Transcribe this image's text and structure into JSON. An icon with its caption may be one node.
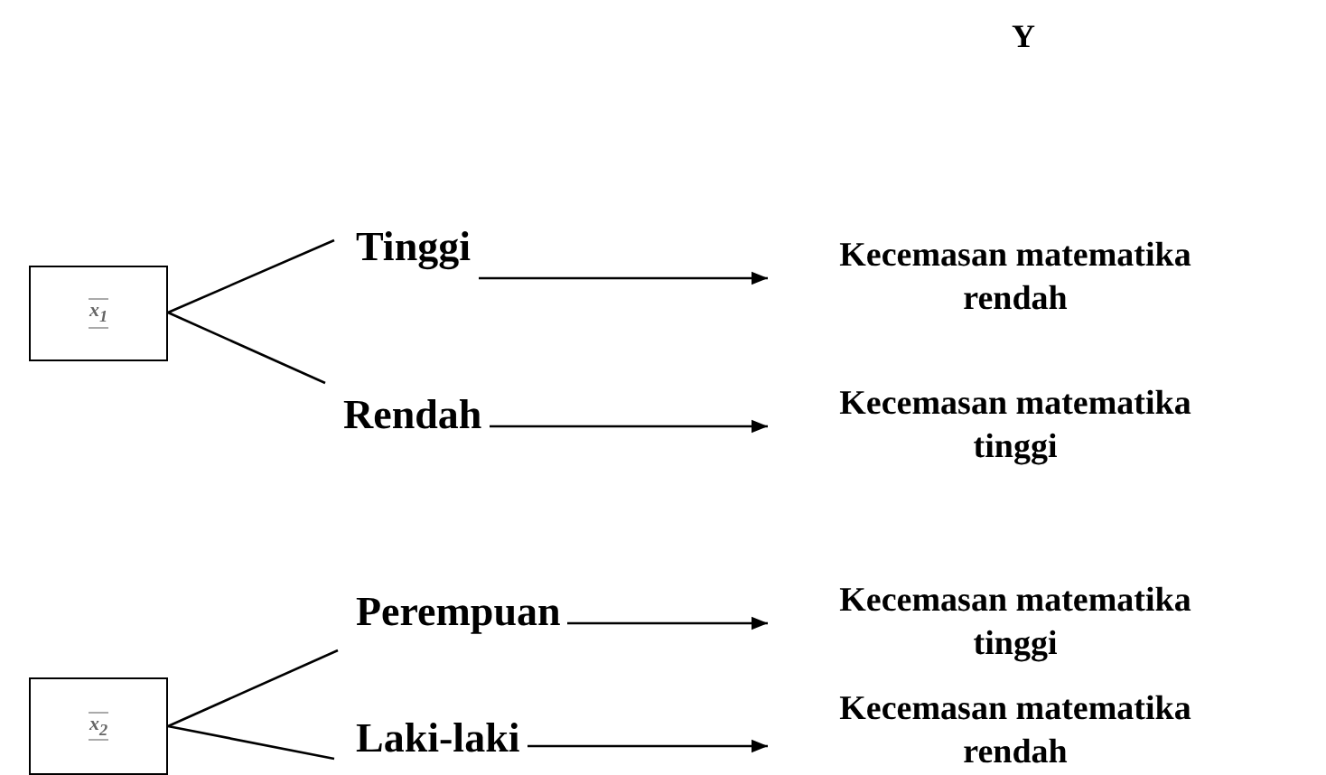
{
  "diagram": {
    "nodes": [
      {
        "text": [
          "x$_{1}$"
        ]
      },
      {
        "text": [
          "Tinggi"
        ]
      },
      {
        "text": [
          "Rendah"
        ]
      },
      {
        "text": [
          "x$_{2}$"
        ]
      },
      {
        "text": [
          "Perempuan"
        ]
      },
      {
        "text": [
          "Laki-laki"
        ]
      },
      {
        "text": [
          "Kecemasan matematika rendah"
        ]
      },
      {
        "text": [
          "Kecemasan matematika tinggi"
        ]
      },
      {
        "text": [
          "Kecemasan matematika tinggi"
        ]
      },
      {
        "text": [
          "Kecemasan matematika rendah"
        ]
      }
    ],
    "edges": [
      {
        "from": 0,
        "to": 1,
        "arrow": "none"
      },
      {
        "from": 0,
        "to": 2,
        "arrow": "none"
      },
      {
        "from": 3,
        "to": 4,
        "arrow": "none"
      },
      {
        "from": 3,
        "to": 5,
        "arrow": "none"
      },
      {
        "from": 1,
        "to": 6,
        "arrow": "to"
      },
      {
        "from": 2,
        "to": 7,
        "arrow": "to"
      },
      {
        "from": 4,
        "to": 8,
        "arrow": "to"
      },
      {
        "from": 5,
        "to": 9,
        "arrow": "to"
      }
    ],
    "labels": [
      "Y"
    ]
  }
}
